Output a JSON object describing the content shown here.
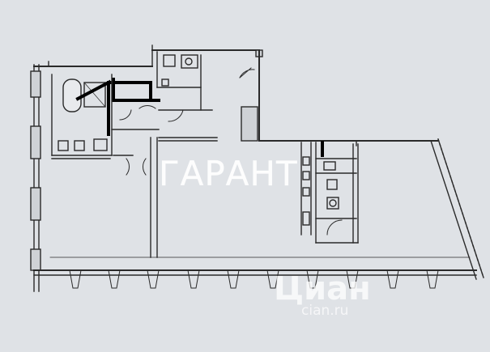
{
  "watermark": {
    "text": "ГАРАНТ"
  },
  "logo_watermark": {
    "text": "Циан",
    "subtext": "cian.ru"
  }
}
